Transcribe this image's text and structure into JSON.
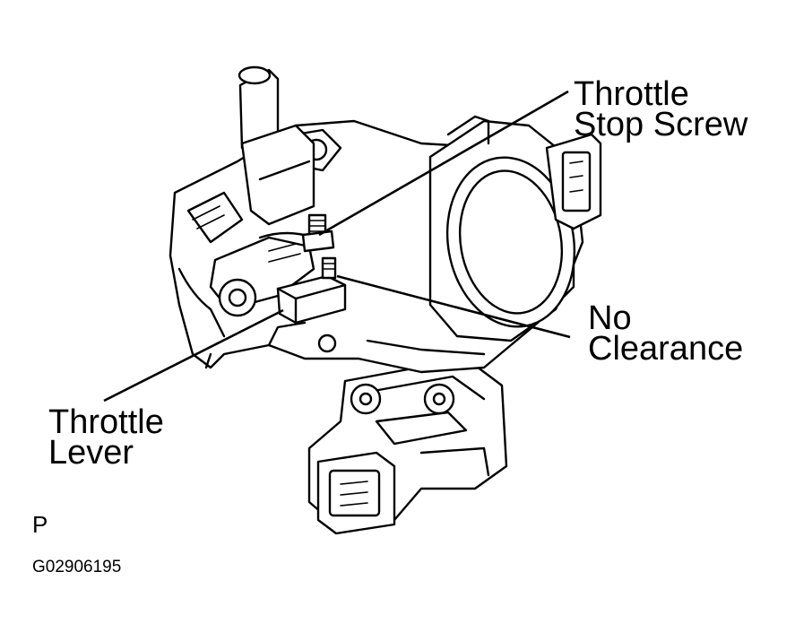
{
  "labels": {
    "throttle_stop_screw": [
      "Throttle",
      "Stop Screw"
    ],
    "no_clearance": [
      "No",
      "Clearance"
    ],
    "throttle_lever": [
      "Throttle",
      "Lever"
    ]
  },
  "figure": {
    "letter": "P",
    "code": "G02906195"
  }
}
